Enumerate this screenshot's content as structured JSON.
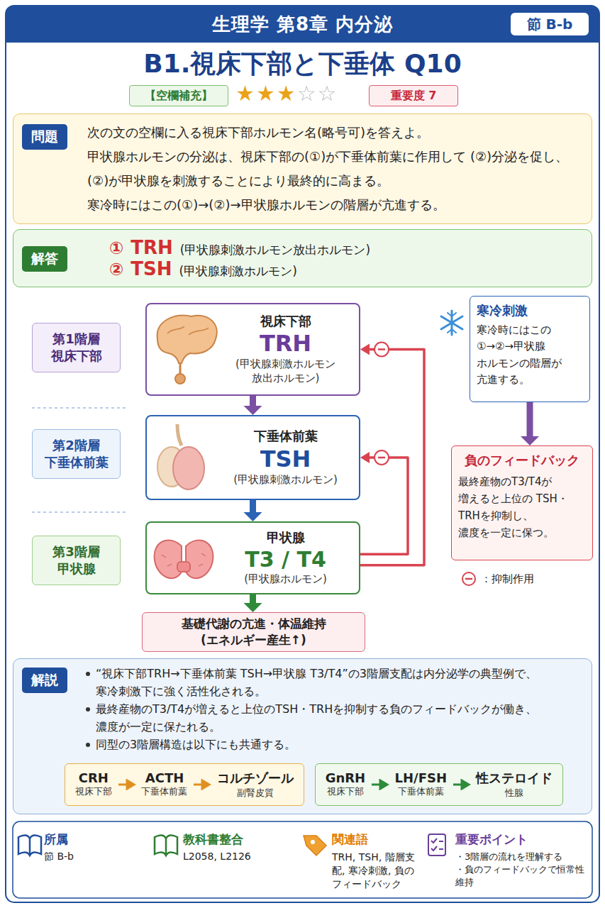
{
  "diagram": {
    "title": "B1.視床下部と下垂体 Q10",
    "nodes": [
      {
        "text": [
          "生理学 第8章 内分泌"
        ]
      },
      {
        "text": [
          "節 B-b"
        ],
        "in": 0
      },
      {
        "text": [
          "【空欄補充】"
        ]
      },
      {
        "text": [
          "重要度 7"
        ]
      },
      {
        "text": [
          "次の文の空欄に入る視床下部ホルモン名(略号可)を答えよ。",
          "甲状腺ホルモンの分泌は、視床下部の(①)が下垂体前葉に作用して (②)分泌を促し、(②)が甲状腺を刺激することにより最終的に高まる。",
          "寒冷時にはこの(①)→(②)→甲状腺ホルモンの階層が亢進する。"
        ]
      },
      {
        "text": [
          "問題"
        ],
        "in": 4
      },
      {
        "text": [
          "①",
          "TRH",
          "(甲状腺刺激ホルモン放出ホルモン)",
          "②",
          "TSH",
          "(甲状腺刺激ホルモン)"
        ]
      },
      {
        "text": [
          "解答"
        ],
        "in": 6
      },
      {
        "text": [
          "第1階層",
          "視床下部"
        ]
      },
      {
        "text": [
          "視床下部",
          "TRH",
          "(甲状腺刺激ホルモン 放出ホルモン)"
        ]
      },
      {
        "text": [
          "第2階層",
          "下垂体前葉"
        ]
      },
      {
        "text": [
          "下垂体前葉",
          "TSH",
          "(甲状腺刺激ホルモン)"
        ]
      },
      {
        "text": [
          "第3階層",
          "甲状腺"
        ]
      },
      {
        "text": [
          "甲状腺",
          "T3 / T4",
          "(甲状腺ホルモン)"
        ]
      },
      {
        "text": [
          "基礎代謝の亢進・体温維持 (エネルギー産生↑)"
        ]
      },
      {
        "text": [
          "寒冷刺激",
          "寒冷時にはこの ①→②→甲状腺 ホルモンの階層が 亢進する。"
        ]
      },
      {
        "text": [
          "負のフィードバック",
          "最終産物のT3/T4が 増えると上位の TSH・TRHを抑制し、 濃度を一定に保つ。"
        ]
      },
      {
        "text": [
          "“視床下部TRH→下垂体前葉 TSH→甲状腺 T3/T4”の3階層支配は内分泌学の典型例で、 寒冷刺激下に強く活性化される。",
          "最終産物のT3/T4が増えると上位のTSH・TRHを抑制する負のフィードバックが働き、 濃度が一定に保たれる。",
          "同型の3階層構造は以下にも共通する。"
        ]
      },
      {
        "text": [
          "解説"
        ],
        "in": 17
      },
      {
        "text": [
          "CRH",
          "視床下部",
          "ACTH",
          "下垂体前葉",
          "コルチゾール",
          "副腎皮質"
        ],
        "in": 17
      },
      {
        "text": [
          "GnRH",
          "視床下部",
          "LH/FSH",
          "下垂体前葉",
          "性ステロイド",
          "性腺"
        ],
        "in": 17
      },
      {
        "text": [
          "所属",
          "節 B-b"
        ]
      },
      {
        "text": [
          "教科書整合",
          "L2058, L2126"
        ]
      },
      {
        "text": [
          "関連語",
          "TRH, TSH, 階層支配, 寒冷刺激, 負のフィードバック"
        ]
      },
      {
        "text": [
          "重要ポイント",
          "・3階層の流れを理解する",
          "・負のフィードバックで恒常性維持"
        ]
      }
    ],
    "edges": [
      {
        "from": 9,
        "to": 11,
        "arrow": "to"
      },
      {
        "from": 11,
        "to": 13,
        "arrow": "to"
      },
      {
        "from": 13,
        "to": 14,
        "arrow": "to"
      },
      {
        "from": 13,
        "to": 11,
        "arrow": "to"
      },
      {
        "from": 13,
        "to": 9,
        "arrow": "to"
      },
      {
        "from": 15,
        "to": 16,
        "arrow": "to"
      }
    ],
    "labels": [
      "★★★☆☆"
    ],
    "legend": [
      {
        "text": "：抑制作用"
      }
    ]
  }
}
